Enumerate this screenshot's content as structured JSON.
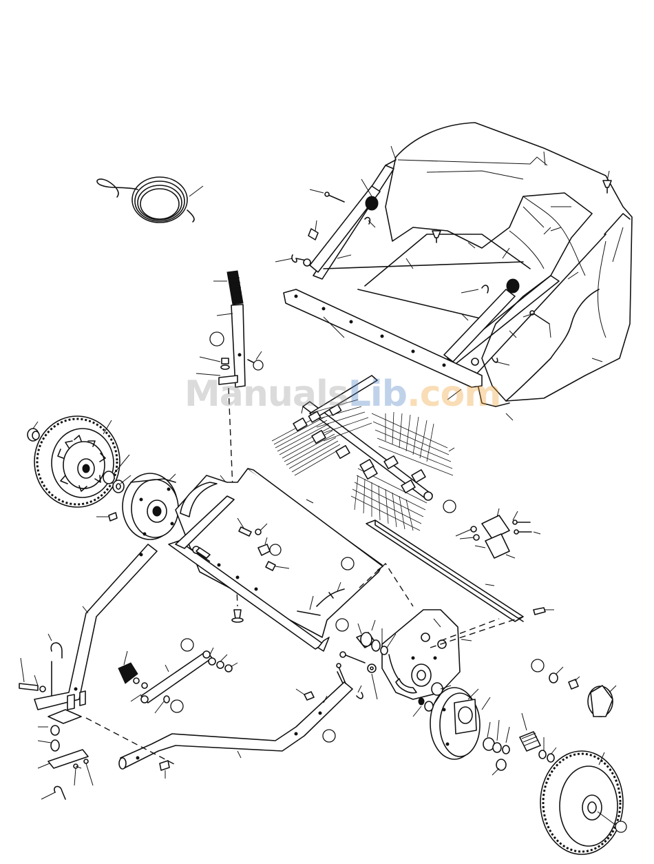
{
  "watermark": {
    "part1": "Manuals",
    "part2": "Lib",
    "part3": ".com"
  },
  "colors": {
    "line": "#111111",
    "background": "#ffffff",
    "watermark_gray": "#9a9a9a",
    "watermark_blue": "#4a7fc1",
    "watermark_orange": "#f0a030"
  }
}
